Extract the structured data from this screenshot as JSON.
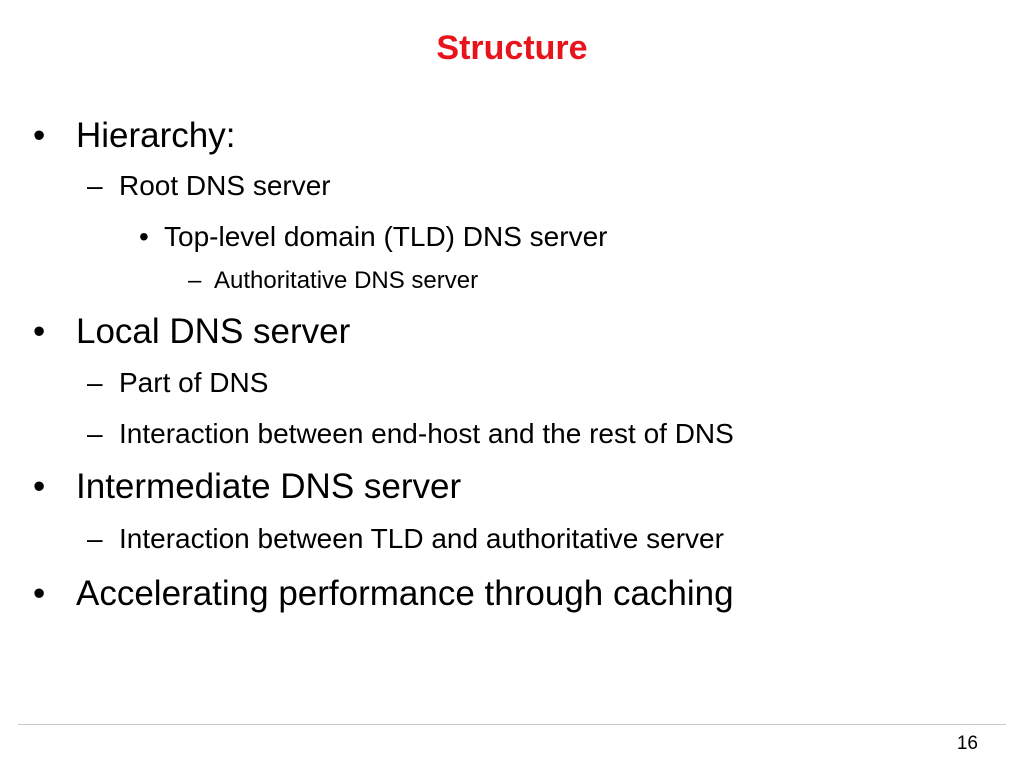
{
  "slide": {
    "title": "Structure",
    "title_color": "#e8141b",
    "page_number": "16",
    "items": [
      {
        "level": 1,
        "marker": "•",
        "text": "Hierarchy:"
      },
      {
        "level": 2,
        "marker": "–",
        "text": "Root DNS server"
      },
      {
        "level": 3,
        "marker": "•",
        "text": "Top-level domain (TLD) DNS server"
      },
      {
        "level": 4,
        "marker": "–",
        "text": "Authoritative DNS server"
      },
      {
        "level": 1,
        "marker": "•",
        "text": "Local DNS server"
      },
      {
        "level": 2,
        "marker": "–",
        "text": "Part of DNS"
      },
      {
        "level": 2,
        "marker": "–",
        "text": "Interaction between end-host and the rest of DNS"
      },
      {
        "level": 1,
        "marker": "•",
        "text": "Intermediate DNS server"
      },
      {
        "level": 2,
        "marker": "–",
        "text": "Interaction between TLD and authoritative server"
      },
      {
        "level": 1,
        "marker": "•",
        "text": "Accelerating performance through caching"
      }
    ]
  }
}
